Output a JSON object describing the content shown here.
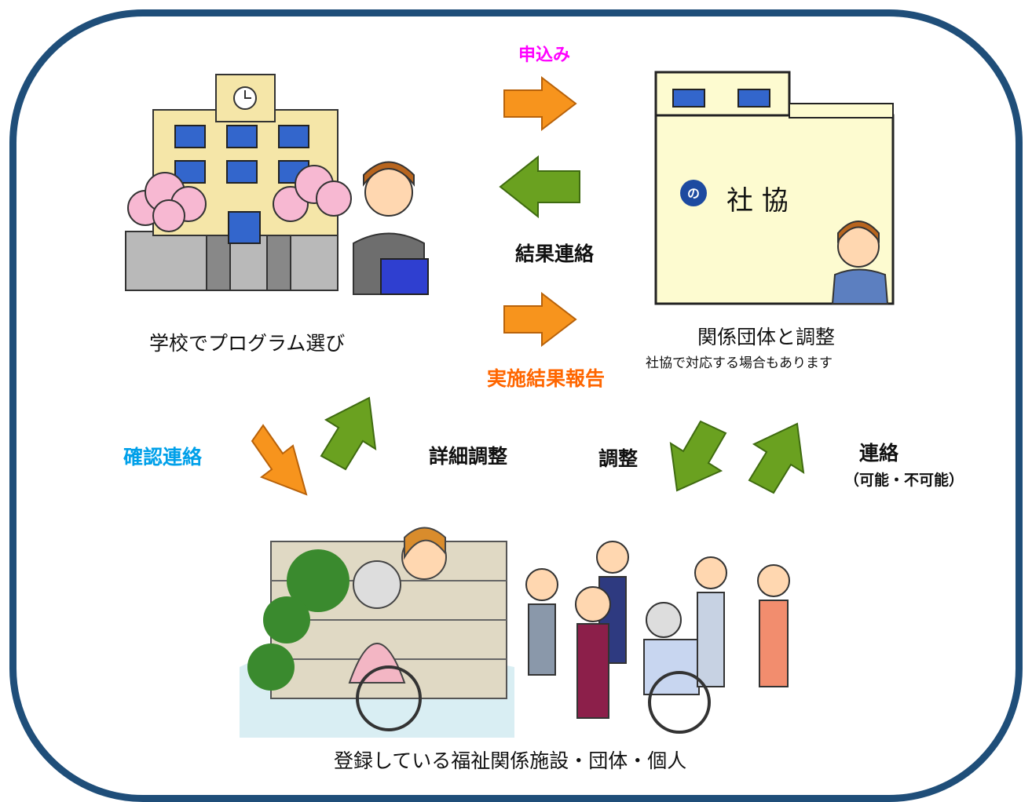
{
  "labels": {
    "apply": "申込み",
    "result_contact": "結果連絡",
    "impl_report": "実施結果報告",
    "school_caption": "学校でプログラム選び",
    "coord_caption": "関係団体と調整",
    "coord_note": "社協で対応する場合もあります",
    "confirm_contact": "確認連絡",
    "detail_adjust": "詳細調整",
    "adjust": "調整",
    "contact": "連絡",
    "possibility": "（可能・不可能）",
    "facility_caption": "登録している福祉関係施設・団体・個人"
  },
  "office": {
    "name": "社 協"
  },
  "colors": {
    "frame": "#1f4e79",
    "apply_text": "#ff00ff",
    "report_text": "#ff6600",
    "confirm_text": "#00a0e9",
    "arrow_orange": "#f7941d",
    "arrow_green": "#6aa120"
  }
}
